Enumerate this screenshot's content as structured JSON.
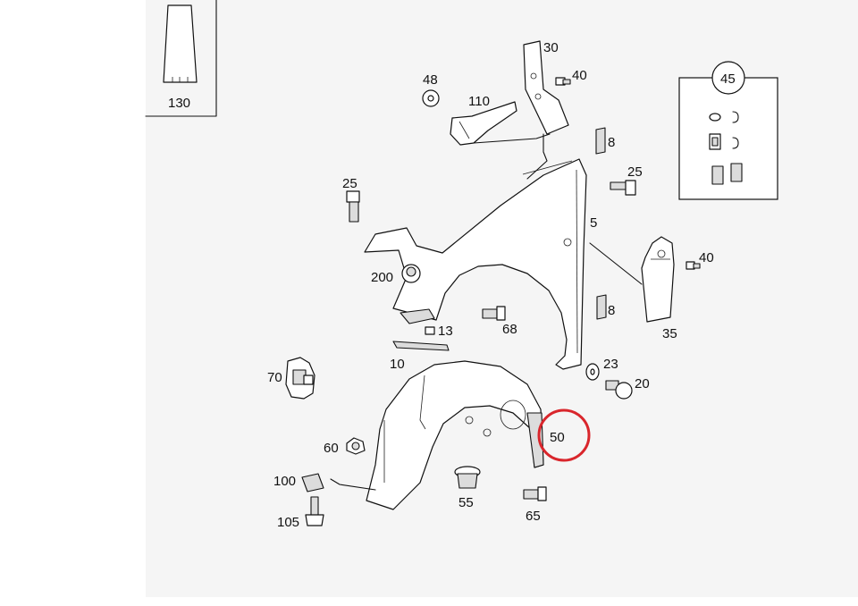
{
  "diagram": {
    "highlight_color": "#d9262c",
    "highlighted_part": "50",
    "labels": {
      "p130": "130",
      "p48": "48",
      "p110": "110",
      "p30": "30",
      "p40a": "40",
      "p45": "45",
      "p8a": "8",
      "p25a": "25",
      "p25b": "25",
      "p5": "5",
      "p40b": "40",
      "p200": "200",
      "p35": "35",
      "p8b": "8",
      "p13": "13",
      "p68": "68",
      "p10": "10",
      "p23": "23",
      "p20": "20",
      "p70": "70",
      "p50": "50",
      "p60": "60",
      "p100": "100",
      "p55": "55",
      "p65": "65",
      "p105": "105"
    }
  }
}
